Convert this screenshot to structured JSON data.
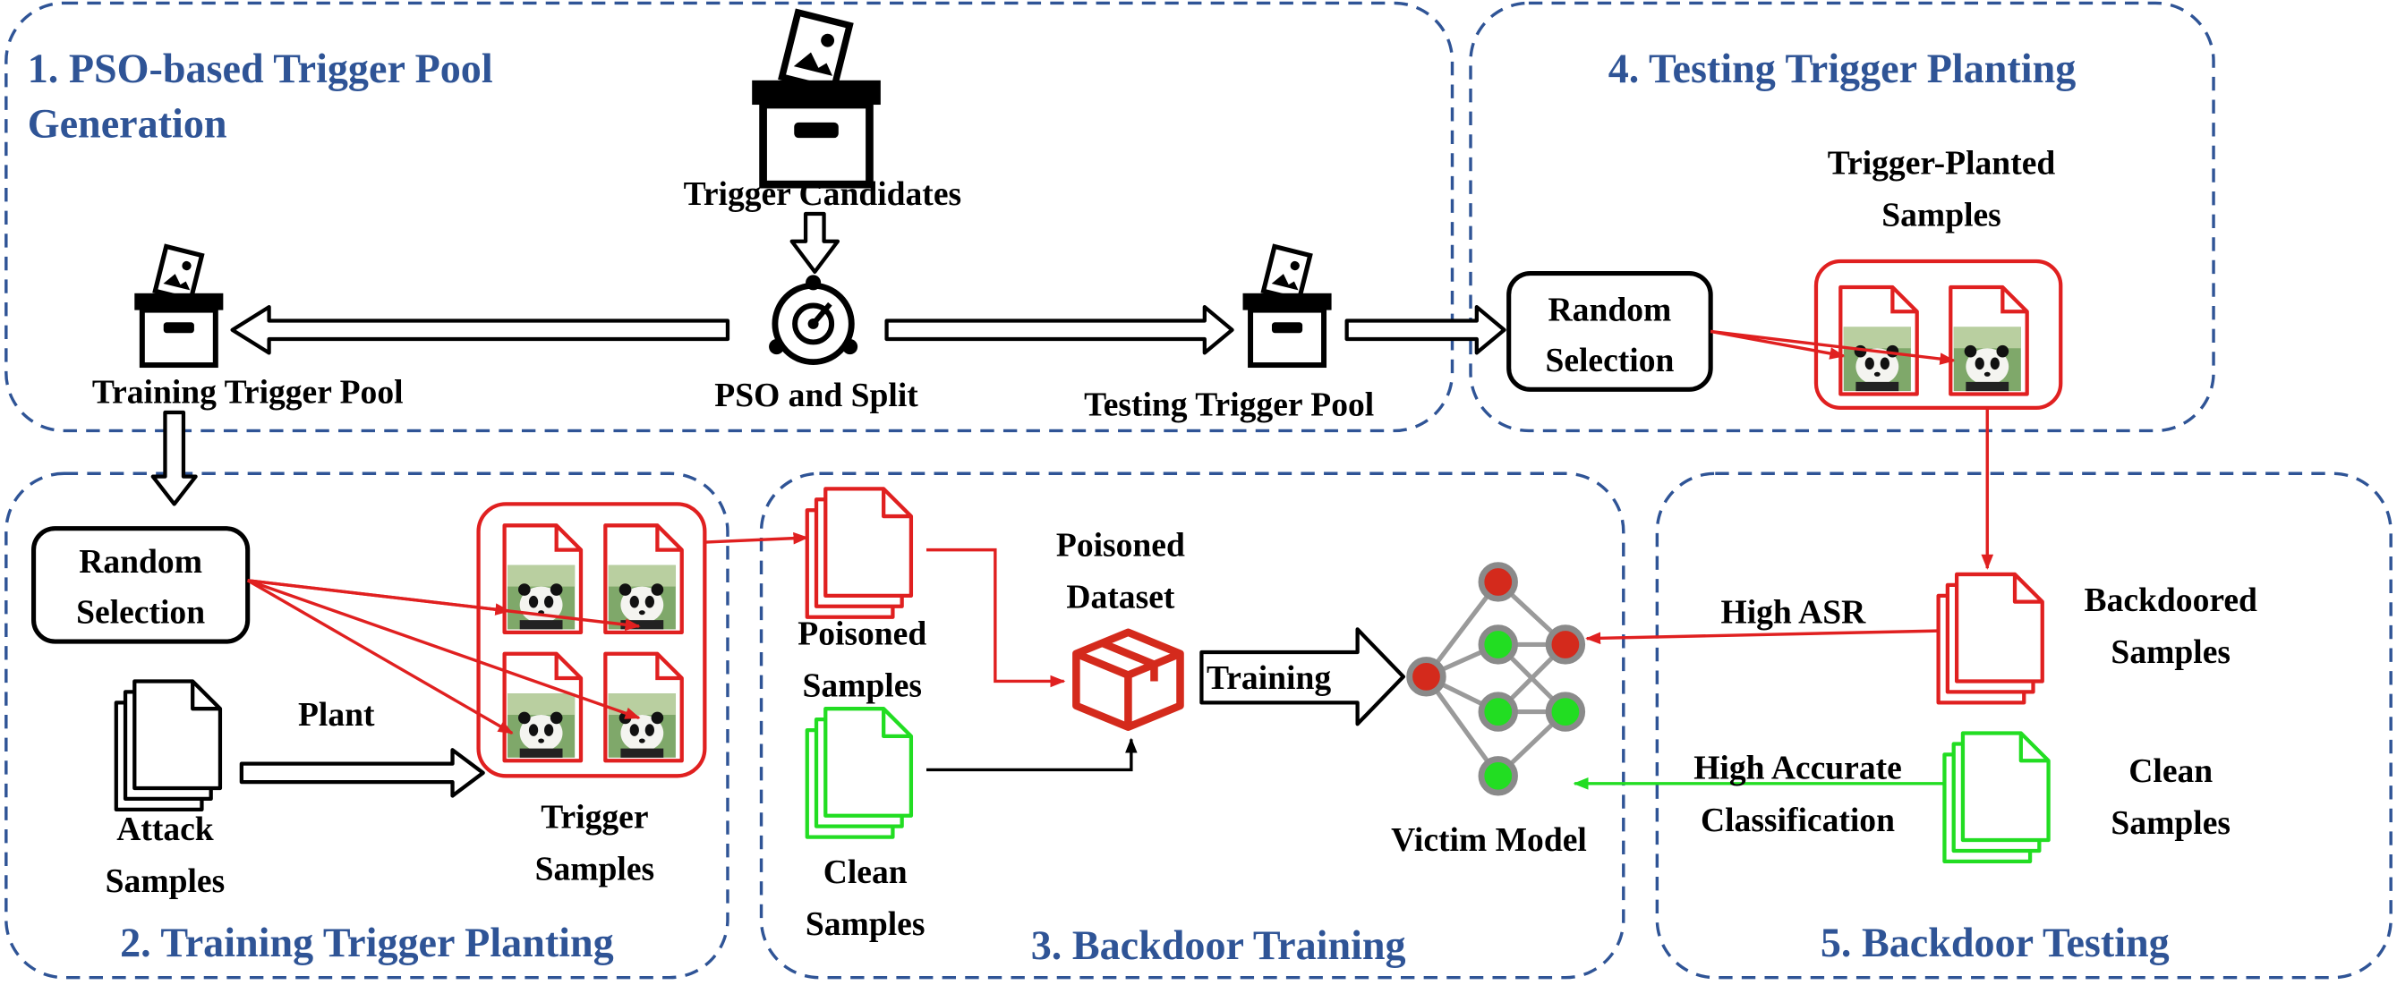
{
  "colors": {
    "title_blue": "#2f5496",
    "panel_border": "#2f5496",
    "poison_red": "#e02020",
    "clean_green": "#22dd22",
    "neuron_red": "#d42a1c",
    "neuron_green": "#22dd22",
    "neuron_ring": "#8a8a8a"
  },
  "panels": {
    "p1": {
      "title_line1": "1. PSO-based Trigger Pool",
      "title_line2": "Generation"
    },
    "p2": {
      "title": "2. Training Trigger Planting"
    },
    "p3": {
      "title": "3. Backdoor Training"
    },
    "p4": {
      "title": "4. Testing Trigger Planting"
    },
    "p5": {
      "title": "5. Backdoor Testing"
    }
  },
  "labels": {
    "trigger_candidates": "Trigger Candidates",
    "training_trigger_pool": "Training Trigger Pool",
    "pso_and_split": "PSO and Split",
    "testing_trigger_pool": "Testing Trigger Pool",
    "random_selection_line1": "Random",
    "random_selection_line2": "Selection",
    "trigger_planted_line1": "Trigger-Planted",
    "trigger_planted_line2": "Samples",
    "plant": "Plant",
    "attack_line1": "Attack",
    "attack_line2": "Samples",
    "trigger_samples_line1": "Trigger",
    "trigger_samples_line2": "Samples",
    "poisoned_samples_line1": "Poisoned",
    "poisoned_samples_line2": "Samples",
    "clean_line1": "Clean",
    "clean_line2": "Samples",
    "poisoned_dataset_line1": "Poisoned",
    "poisoned_dataset_line2": "Dataset",
    "training": "Training",
    "victim_model": "Victim Model",
    "high_asr": "High ASR",
    "backdoored_line1": "Backdoored",
    "backdoored_line2": "Samples",
    "high_accurate_line1": "High Accurate",
    "high_accurate_line2": "Classification"
  },
  "icons": {
    "trigger_box": "image-box-icon",
    "pso": "pso-target-icon",
    "document": "document-stack-icon",
    "panda": "panda-photo-icon",
    "poisoned_dataset": "package-box-icon",
    "network": "neural-network-icon"
  }
}
